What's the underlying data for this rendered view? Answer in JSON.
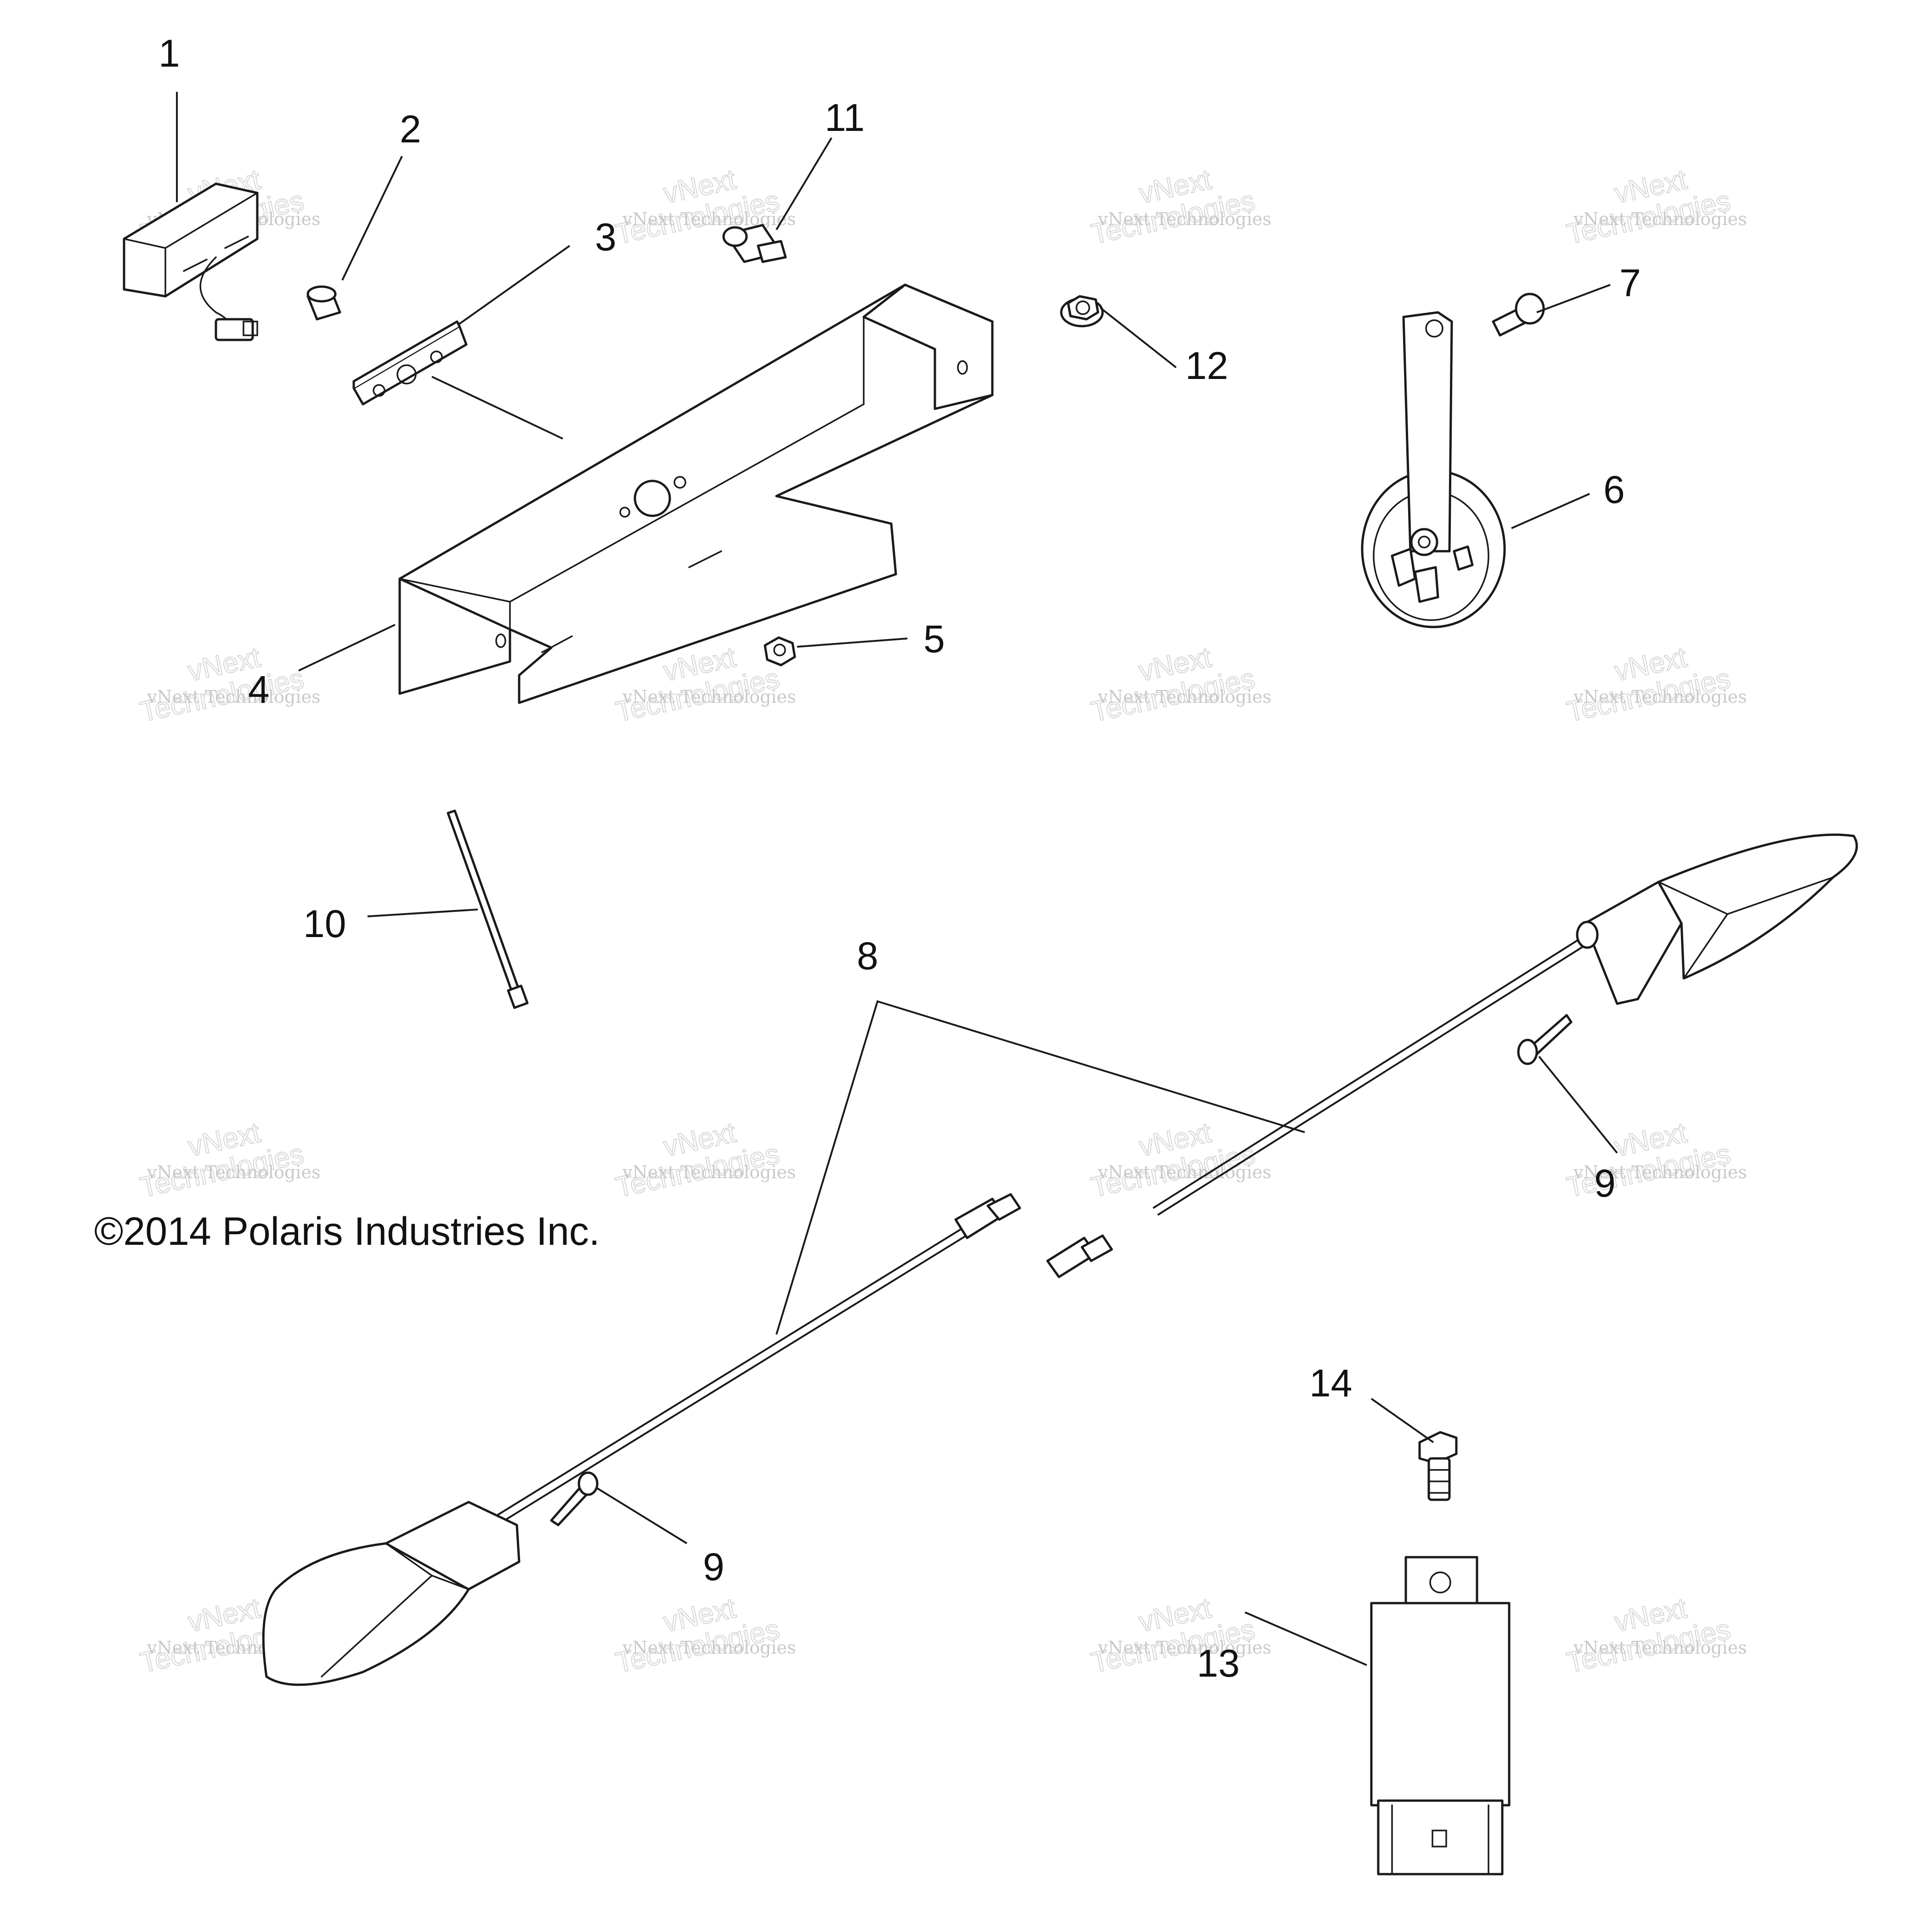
{
  "copyright": "©2014 Polaris Industries Inc.",
  "watermark": {
    "line1": "vNext Technologies",
    "line2": "vNext",
    "line3": "Technologies"
  },
  "callouts": {
    "c1": "1",
    "c2": "2",
    "c3": "3",
    "c4": "4",
    "c5": "5",
    "c6": "6",
    "c7": "7",
    "c8": "8",
    "c9a": "9",
    "c9b": "9",
    "c10": "10",
    "c11": "11",
    "c12": "12",
    "c13": "13",
    "c14": "14"
  }
}
